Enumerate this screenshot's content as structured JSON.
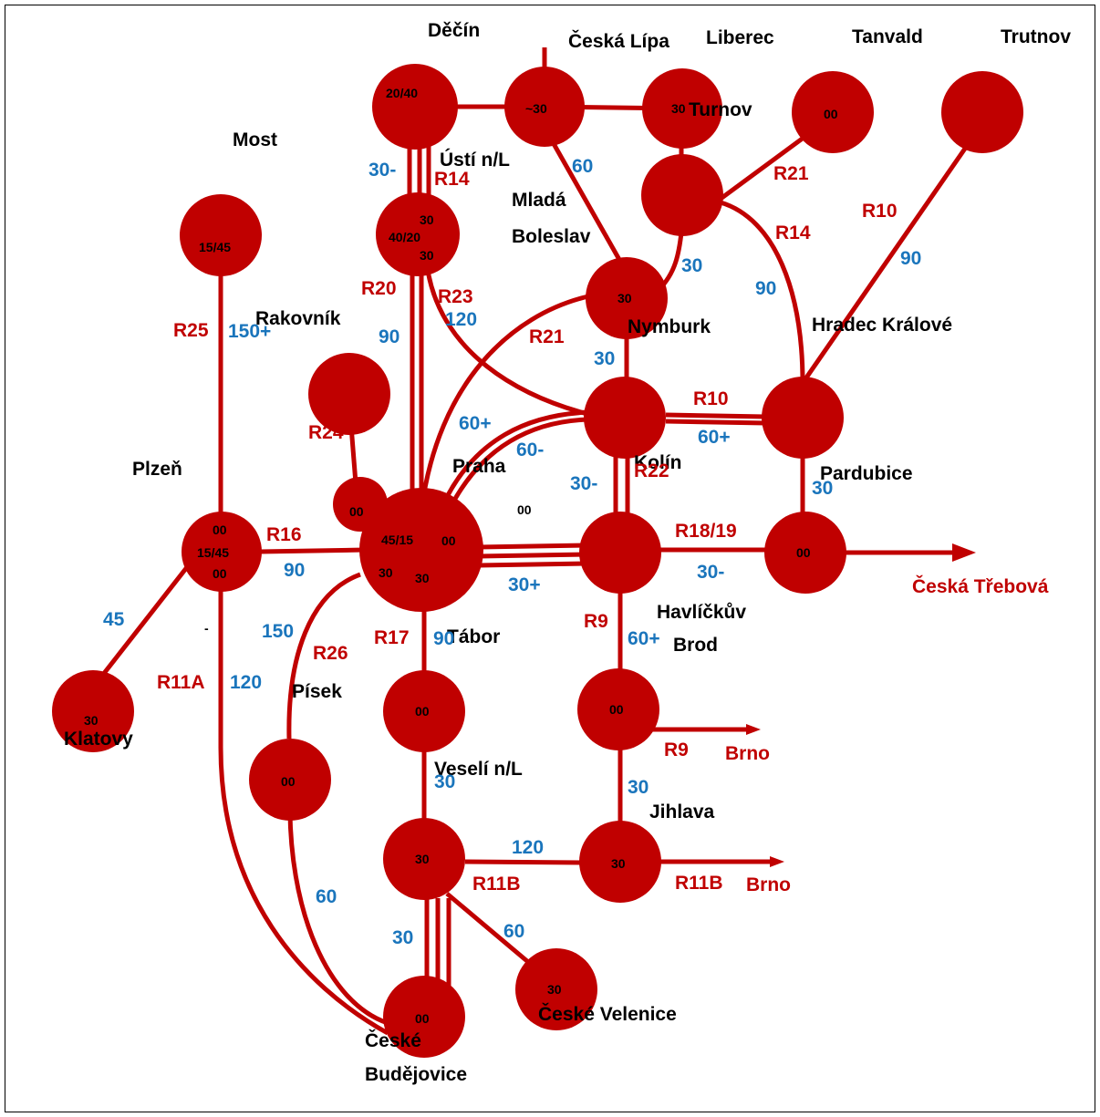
{
  "colors": {
    "line": "#c00000",
    "node": "#c00000",
    "frequency": "#1a75bc",
    "text": "#000000"
  },
  "cities": {
    "decin": "Děčín",
    "ceska_lipa": "Česká Lípa",
    "liberec": "Liberec",
    "tanvald": "Tanvald",
    "trutnov": "Trutnov",
    "turnov": "Turnov",
    "most": "Most",
    "usti": "Ústí n/L",
    "mlada_1": "Mladá",
    "mlada_2": "Boleslav",
    "rakovnik": "Rakovník",
    "nymburk": "Nymburk",
    "hradec": "Hradec Králové",
    "plzen": "Plzeň",
    "praha": "Praha",
    "kolin": "Kolín",
    "pardubice": "Pardubice",
    "havl_1": "Havlíčkův",
    "havl_2": "Brod",
    "tabor": "Tábor",
    "pisek": "Písek",
    "klatovy": "Klatovy",
    "veseli": "Veselí n/L",
    "jihlava": "Jihlava",
    "cb_1": "České",
    "cb_2": "Budějovice",
    "velenice": "České Velenice"
  },
  "destinations": {
    "ceska_trebova": "Česká Třebová",
    "brno_1": "Brno",
    "brno_2": "Brno"
  },
  "node_labels": {
    "decin": "20/40",
    "ceska_lipa": "~30",
    "liberec": "30",
    "tanvald": "00",
    "usti_1": "30",
    "usti_2": "40/20",
    "usti_3": "30",
    "most": "15/45",
    "nymburk": "30",
    "rakovnik_small": "00",
    "plzen_1": "00",
    "plzen_2": "15/45",
    "plzen_3": "00",
    "praha_1": "45/15",
    "praha_2": "00",
    "praha_3": "30",
    "praha_4": "30",
    "praha_free": "00",
    "pardubice": "00",
    "havlickuv": "00",
    "tabor": "00",
    "pisek": "00",
    "klatovy": "30",
    "veseli": "30",
    "jihlava": "30",
    "velenice": "30",
    "cb": "00"
  },
  "lines": {
    "r14_top": "R14",
    "r21_top": "R21",
    "r14_right": "R14",
    "r10_top": "R10",
    "r20": "R20",
    "r23": "R23",
    "r25": "R25",
    "r21_mid": "R21",
    "r10_mid": "R10",
    "r24": "R24",
    "r22": "R22",
    "r16": "R16",
    "r18_19": "R18/19",
    "r9_1": "R9",
    "r17": "R17",
    "r26": "R26",
    "r11a": "R11A",
    "r9_2": "R9",
    "r11b_1": "R11B",
    "r11b_2": "R11B"
  },
  "frequencies": {
    "f30_usti": "30-",
    "f60_lipa": "60",
    "f90_trutnov": "90",
    "f30_nym_turn": "30",
    "f90_hradec": "90",
    "f150_most": "150+",
    "f90_praha_usti": "90",
    "f120_r23": "120",
    "f30_nym_kol": "30",
    "f60_praha_a": "60+",
    "f60_praha_b": "60-",
    "f60_kol_pard": "60+",
    "f30_kol_havl": "30-",
    "f30_pard": "30",
    "f90_plz_pr": "90",
    "f30_praha_havl": "30+",
    "f30_havl_east": "30-",
    "f45_klat": "45",
    "f150_pisek": "150",
    "f90_tabor": "90",
    "f60_havl": "60+",
    "f120_r11a": "120",
    "f30_jihlava": "30",
    "f30_veseli": "30",
    "f120_r11b": "120",
    "f60_pisek_cb": "60",
    "f30_cb": "30",
    "f60_velenice": "60"
  },
  "misc": {
    "dash": "-"
  }
}
